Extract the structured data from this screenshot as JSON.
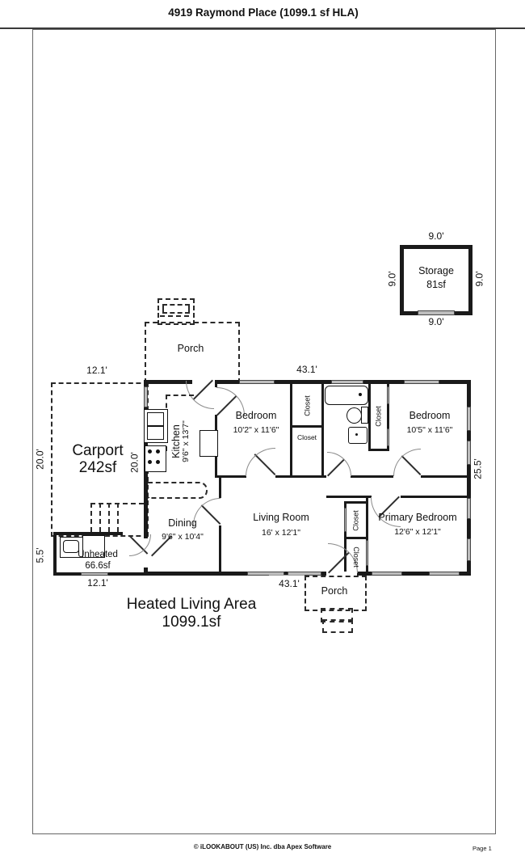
{
  "title": "4919 Raymond Place (1099.1 sf HLA)",
  "storage": {
    "name": "Storage",
    "area": "81sf",
    "dim_top": "9.0'",
    "dim_bottom": "9.0'",
    "dim_left": "9.0'",
    "dim_right": "9.0'"
  },
  "porch_top": {
    "label": "Porch"
  },
  "porch_bottom": {
    "label": "Porch"
  },
  "carport": {
    "name": "Carport",
    "area": "242sf",
    "dim_top": "12.1'",
    "dim_left": "20.0'",
    "dim_right": "20.0'"
  },
  "unheated": {
    "name": "Unheated",
    "area": "66.6sf",
    "dim_left": "5.5'",
    "dim_bottom": "12.1'"
  },
  "main_dims": {
    "top": "43.1'",
    "bottom": "43.1'",
    "right": "25.5'"
  },
  "rooms": [
    {
      "name": "Kitchen",
      "dims": "9'6\" x 13'7\""
    },
    {
      "name": "Bedroom",
      "dims": "10'2\" x 11'6\""
    },
    {
      "name": "Bedroom",
      "dims": "10'5\" x 11'6\""
    },
    {
      "name": "Dining",
      "dims": "9'6\" x 10'4\""
    },
    {
      "name": "Living Room",
      "dims": "16' x 12'1\""
    },
    {
      "name": "Primary Bedroom",
      "dims": "12'6\" x 12'1\""
    }
  ],
  "closets": {
    "a": "Closet",
    "b": "Closet",
    "c": "Closet",
    "d": "Closet",
    "e": "Closet"
  },
  "heated_living_area": {
    "line1": "Heated Living Area",
    "line2": "1099.1sf"
  },
  "footer": {
    "copyright": "© iLOOKABOUT (US) Inc. dba Apex Software",
    "page": "Page 1"
  },
  "colors": {
    "wall": "#1a1a1a",
    "window": "#bdbdbd",
    "dashed": "#2a2a2a",
    "arc": "#8a8a8a",
    "background": "#ffffff"
  }
}
